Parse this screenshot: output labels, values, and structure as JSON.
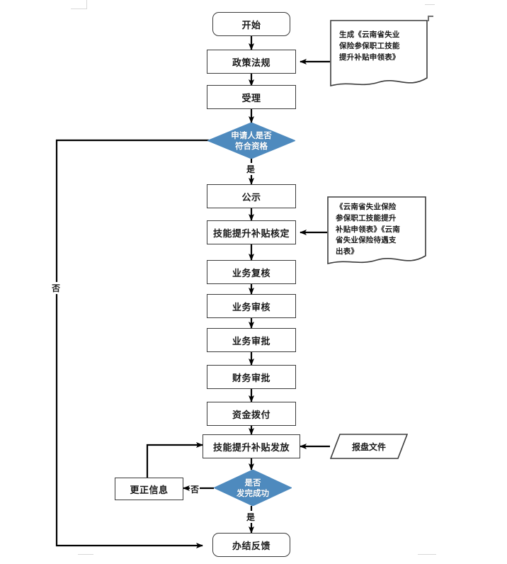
{
  "document": {
    "title": "技能提升补贴业务流程图",
    "language": "zh-CN"
  },
  "theme": {
    "decision_fill": "#4E8ABE",
    "decision_stroke": "#4E8ABE",
    "node_stroke": "#3B3B3B",
    "node_fill": "#FFFFFF",
    "connector_color": "#000000",
    "decision_text": "#FFFFFF",
    "body_text": "#1A1A1A",
    "cropmark": "#D8D8D8"
  },
  "flow": {
    "start": {
      "id": "start",
      "shape": "terminator",
      "label": "开始"
    },
    "nodes": [
      {
        "id": "policy",
        "shape": "process",
        "label": "政策法规"
      },
      {
        "id": "accept",
        "shape": "process",
        "label": "受理"
      },
      {
        "id": "publicize",
        "shape": "process",
        "label": "公示"
      },
      {
        "id": "verify",
        "shape": "process",
        "label": "技能提升补贴核定"
      },
      {
        "id": "recheck",
        "shape": "process",
        "label": "业务复核"
      },
      {
        "id": "review",
        "shape": "process",
        "label": "业务审核"
      },
      {
        "id": "approve",
        "shape": "process",
        "label": "业务审批"
      },
      {
        "id": "finapprove",
        "shape": "process",
        "label": "财务审批"
      },
      {
        "id": "fundpay",
        "shape": "process",
        "label": "资金拨付"
      },
      {
        "id": "grant",
        "shape": "process",
        "label": "技能提升补贴发放"
      },
      {
        "id": "correct",
        "shape": "process",
        "label": "更正信息"
      }
    ],
    "decisions": [
      {
        "id": "eligible",
        "shape": "decision",
        "lines": [
          "申请人是否",
          "符合资格"
        ]
      },
      {
        "id": "success",
        "shape": "decision",
        "lines": [
          "是否",
          "发完成功"
        ]
      }
    ],
    "documents": [
      {
        "id": "doc-apply",
        "shape": "document",
        "lines": [
          "生成《云南省失业",
          "保险参保职工技能",
          "提升补贴申领表》"
        ]
      },
      {
        "id": "doc-pay",
        "shape": "document",
        "lines": [
          "《云南省失业保险",
          "参保职工技能提升",
          "补贴申领表》《云南",
          "省失业保险待遇支",
          "出表》"
        ]
      }
    ],
    "data_shapes": [
      {
        "id": "bid-file",
        "shape": "parallelogram",
        "label": "报盘文件"
      }
    ],
    "end": {
      "id": "end",
      "shape": "terminator",
      "label": "办结反馈"
    },
    "edge_labels": [
      {
        "id": "eligible-yes",
        "label": "是"
      },
      {
        "id": "eligible-no",
        "label": "否"
      },
      {
        "id": "success-yes",
        "label": "是"
      },
      {
        "id": "success-no",
        "label": "否"
      }
    ]
  }
}
